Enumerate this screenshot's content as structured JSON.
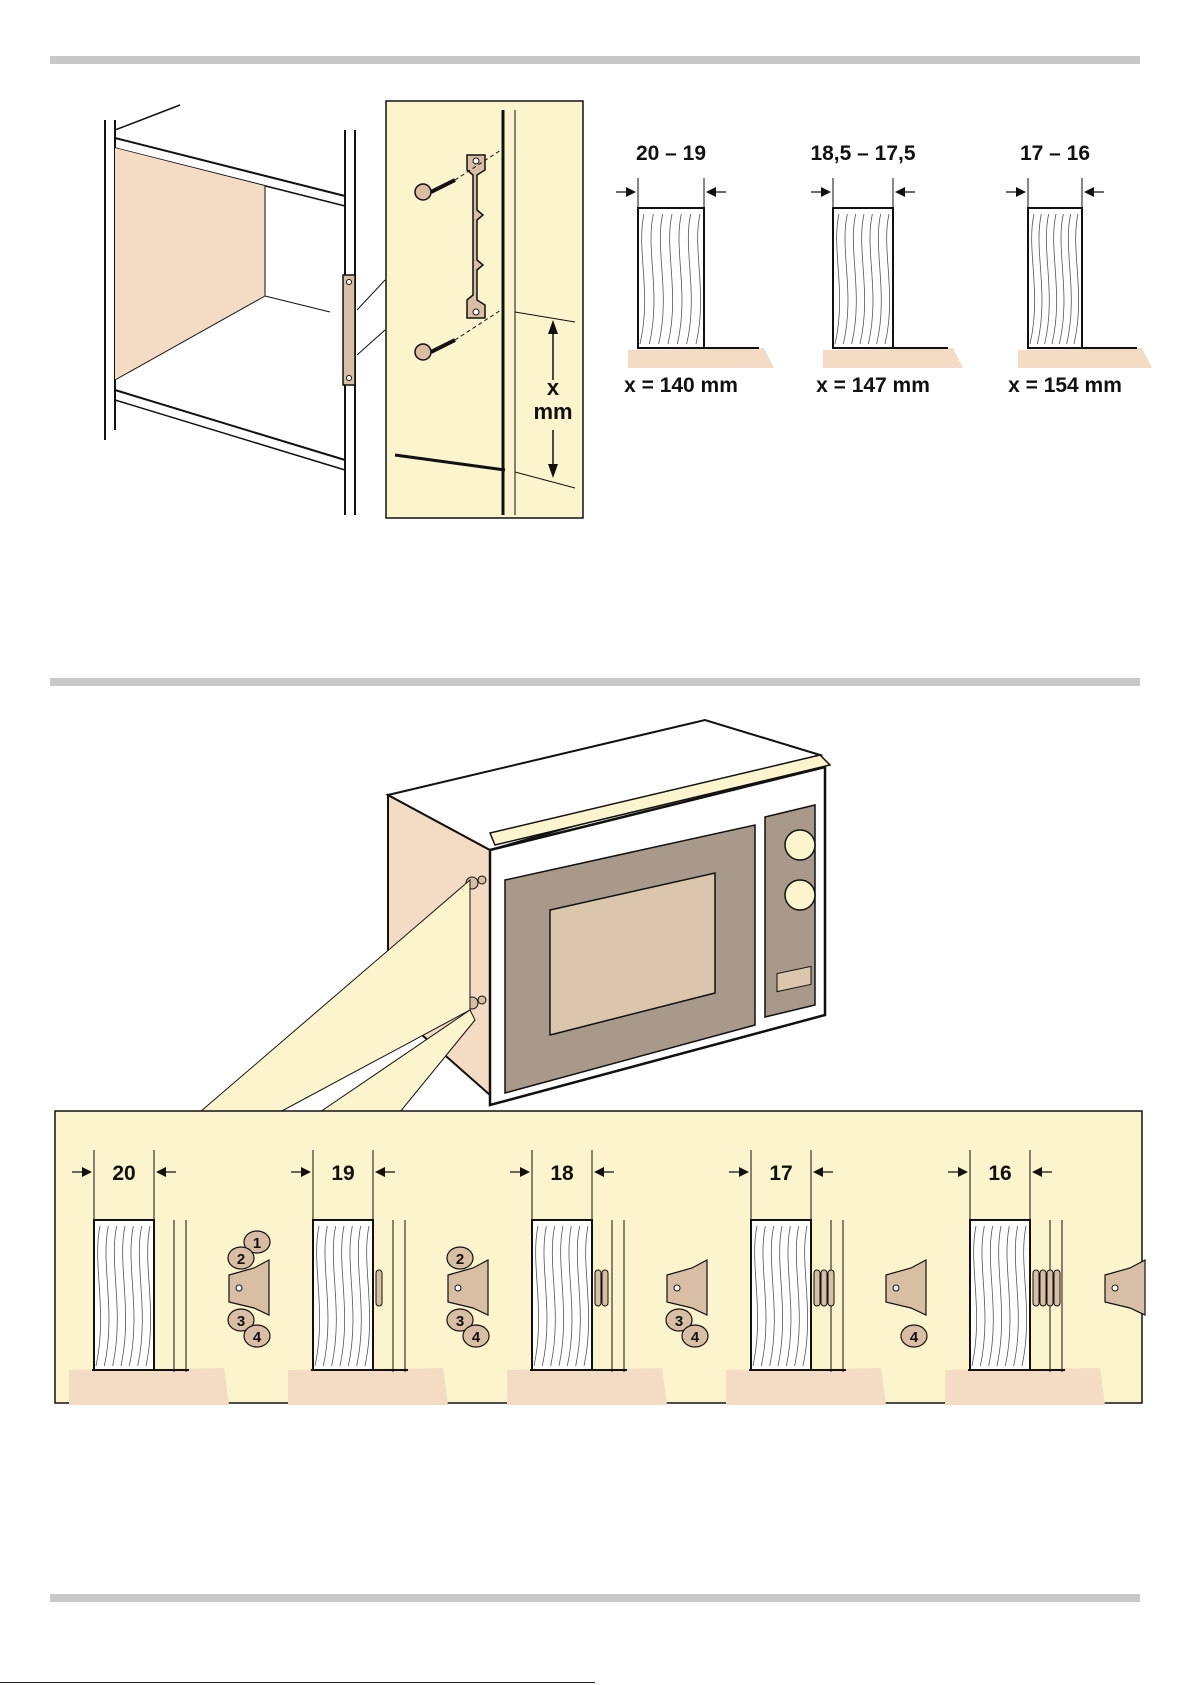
{
  "colors": {
    "cream": "#fbf4cc",
    "tan": "#d8bfa3",
    "brown": "#a8998a",
    "window": "#d9c6ad",
    "cabinet_side": "#f3dcc3",
    "rule": "#c8c8c8",
    "stroke": "#111111"
  },
  "section1": {
    "detail_label_top": "x",
    "detail_label_bottom": "mm",
    "thickness_options": [
      {
        "range": "20 – 19",
        "x_value": "x = 140 mm"
      },
      {
        "range": "18,5 – 17,5",
        "x_value": "x = 147 mm"
      },
      {
        "range": "17 – 16",
        "x_value": "x = 154 mm"
      }
    ]
  },
  "section2": {
    "variants": [
      {
        "thickness": "20",
        "tabs": [
          "1",
          "2",
          "3",
          "4"
        ],
        "spacers": 0
      },
      {
        "thickness": "19",
        "tabs": [
          "2",
          "3",
          "4"
        ],
        "spacers": 1
      },
      {
        "thickness": "18",
        "tabs": [
          "3",
          "4"
        ],
        "spacers": 2
      },
      {
        "thickness": "17",
        "tabs": [
          "4"
        ],
        "spacers": 3
      },
      {
        "thickness": "16",
        "tabs": [],
        "spacers": 4
      }
    ]
  }
}
